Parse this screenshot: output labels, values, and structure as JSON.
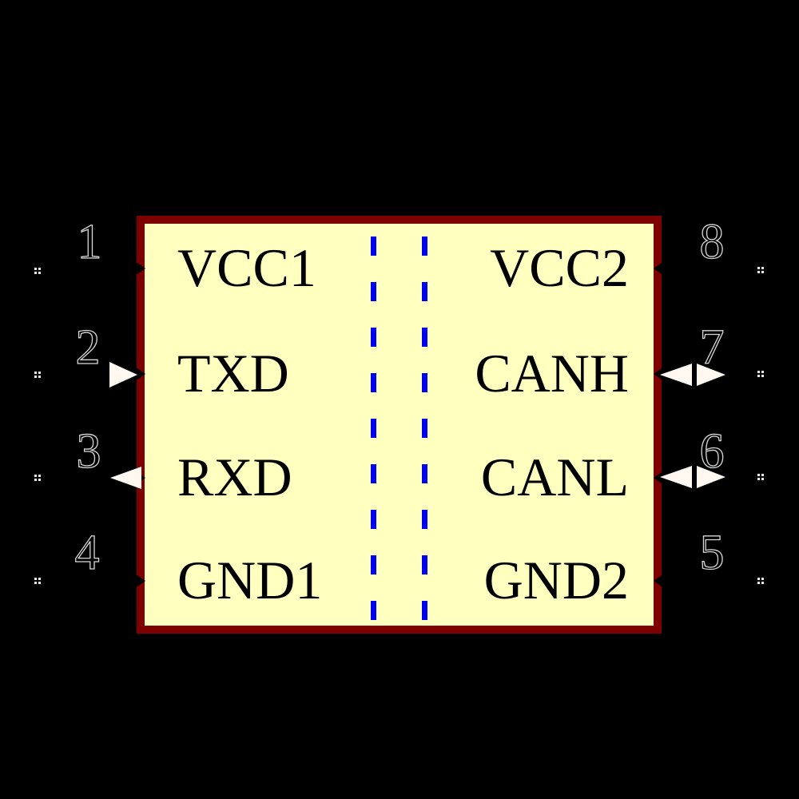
{
  "component": {
    "kind": "isolated CAN transceiver schematic symbol",
    "colors": {
      "background": "#000000",
      "body_fill": "#FFFFC0",
      "body_border": "#7F0000",
      "isolation_barrier": "#0000F0",
      "pin_label_text": "#000000",
      "pin_number_outline": "#D6D6D6",
      "arrow": "#FFF8F0"
    }
  },
  "pins": {
    "left": [
      {
        "number": "1",
        "label": "VCC1",
        "direction": "power"
      },
      {
        "number": "2",
        "label": "TXD",
        "direction": "input"
      },
      {
        "number": "3",
        "label": "RXD",
        "direction": "output"
      },
      {
        "number": "4",
        "label": "GND1",
        "direction": "power"
      }
    ],
    "right": [
      {
        "number": "8",
        "label": "VCC2",
        "direction": "power"
      },
      {
        "number": "7",
        "label": "CANH",
        "direction": "bidirectional"
      },
      {
        "number": "6",
        "label": "CANL",
        "direction": "bidirectional"
      },
      {
        "number": "5",
        "label": "GND2",
        "direction": "power"
      }
    ]
  }
}
